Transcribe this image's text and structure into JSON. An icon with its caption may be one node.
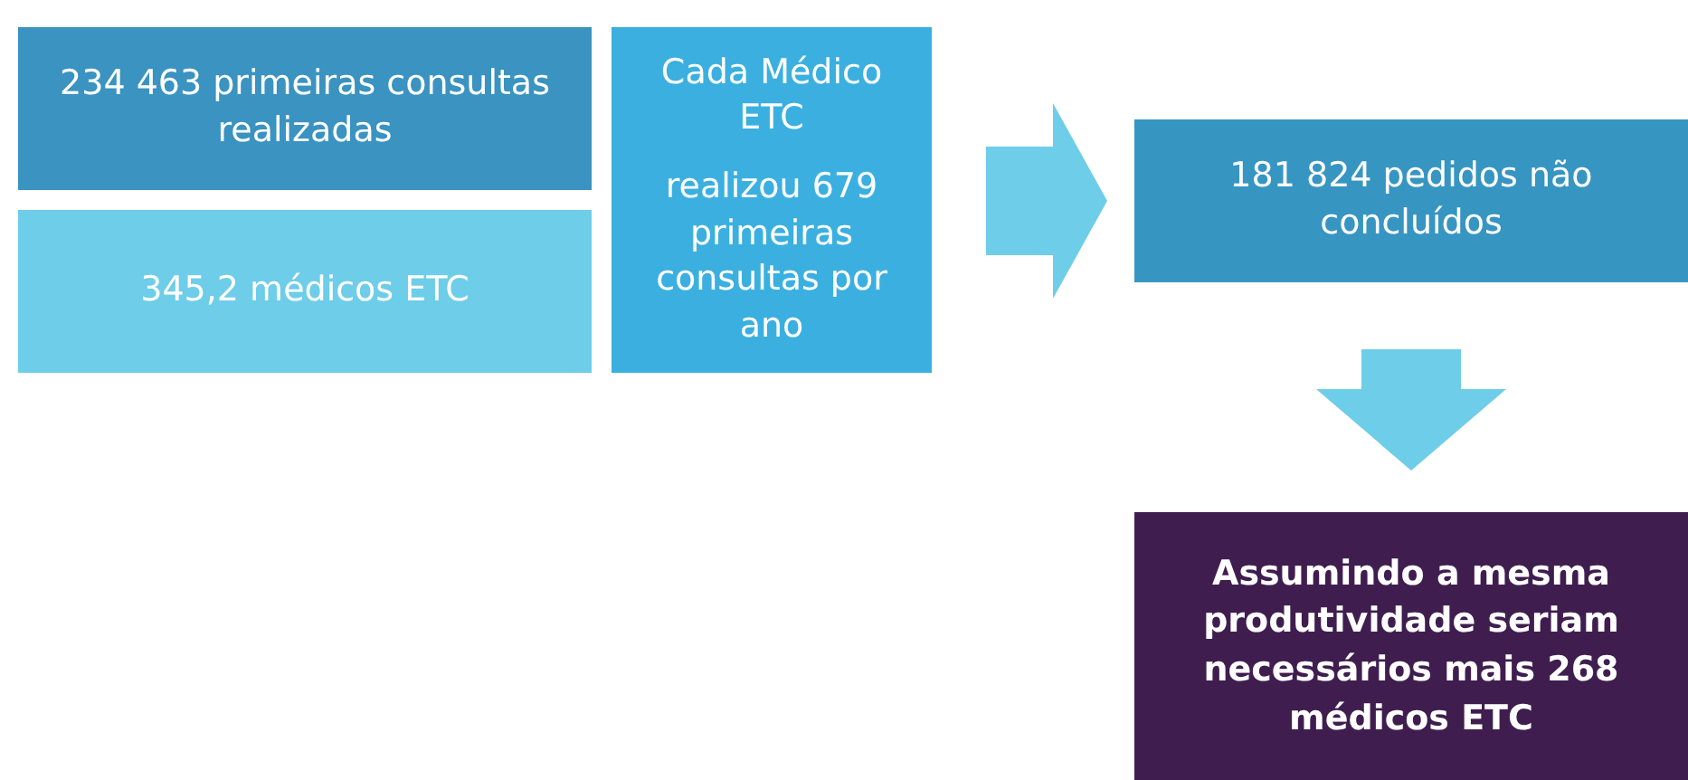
{
  "diagram": {
    "nodes": [
      {
        "text": [
          "234 463 primeiras consultas realizadas"
        ]
      },
      {
        "text": [
          "345,2 médicos ETC"
        ]
      },
      {
        "text": [
          "Cada Médico ETC",
          "realizou 679 primeiras consultas por ano"
        ]
      },
      {
        "text": [
          "181 824 pedidos não concluídos"
        ]
      },
      {
        "text": [
          "Assumindo a mesma produtividade seriam necessários mais 268 médicos ETC"
        ]
      }
    ],
    "edges": [
      {
        "from": 2,
        "to": 3,
        "arrow": "to"
      },
      {
        "from": 3,
        "to": 4,
        "arrow": "to"
      }
    ]
  }
}
